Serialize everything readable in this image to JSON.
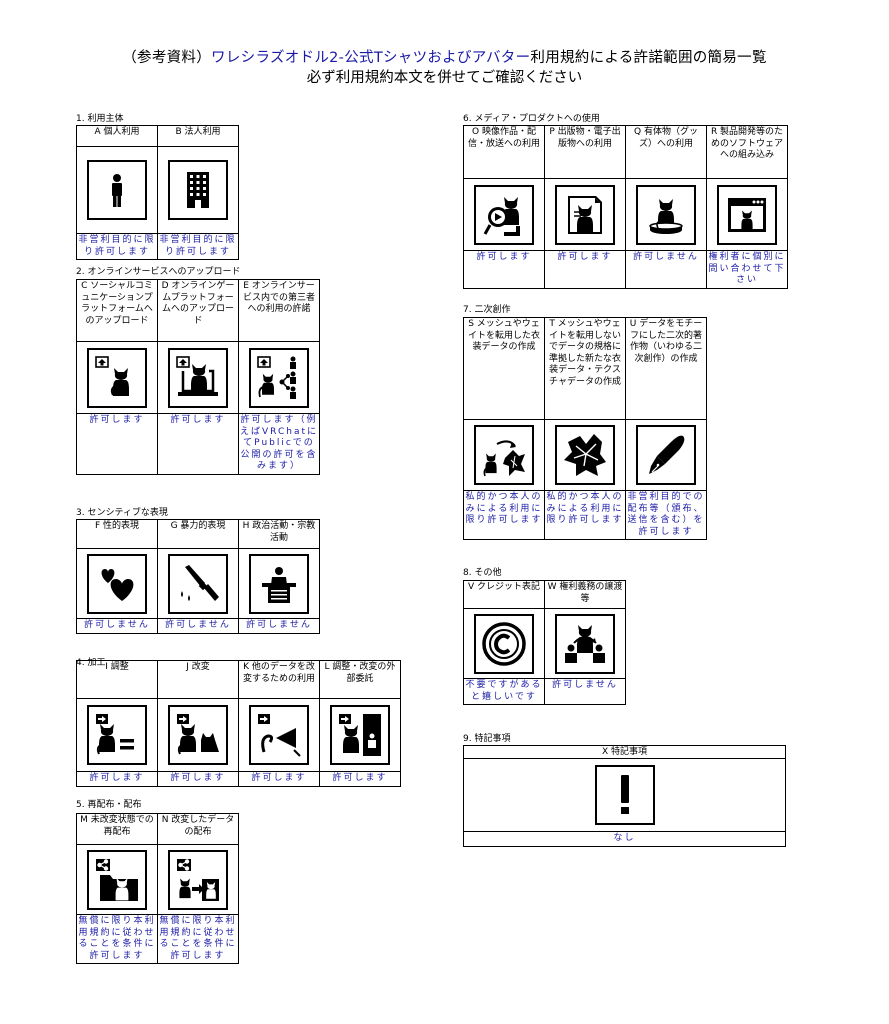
{
  "title": {
    "line1_prefix": "（参考資料）",
    "line1_blue": "ワレシラズオドル2-公式Tシャツおよびアバター",
    "line1_suffix": "利用規約による許諾範囲の簡易一覧",
    "line2": "必ず利用規約本文を併せてご確認ください"
  },
  "sections": [
    {
      "label": "1. 利用主体",
      "items": [
        {
          "header": "A 個人利用",
          "icon": "person-icon",
          "text": "非営利目的に限り許可します"
        },
        {
          "header": "B 法人利用",
          "icon": "building-icon",
          "text": "非営利目的に限り許可します"
        }
      ]
    },
    {
      "label": "2. オンラインサービスへのアップロード",
      "items": [
        {
          "header": "C ソーシャルコミュニケーションプラットフォームへのアップロード",
          "icon": "upload-social-icon",
          "text": "許可します"
        },
        {
          "header": "D オンラインゲームプラットフォームへのアップロード",
          "icon": "upload-game-icon",
          "text": "許可します"
        },
        {
          "header": "E オンラインサービス内での第三者への利用の許諾",
          "icon": "share-third-party-icon",
          "text": "許可します（例えばVRChatにてPublicでの公開の許可を含みます）"
        }
      ]
    },
    {
      "label": "3. センシティブな表現",
      "items": [
        {
          "header": "F 性的表現",
          "icon": "hearts-icon",
          "text": "許可しません"
        },
        {
          "header": "G 暴力的表現",
          "icon": "knife-icon",
          "text": "許可しません"
        },
        {
          "header": "H 政治活動・宗教活動",
          "icon": "podium-icon",
          "text": "許可しません"
        }
      ]
    },
    {
      "label": "4. 加工",
      "items": [
        {
          "header": "I 調整",
          "icon": "adjust-icon",
          "text": "許可します"
        },
        {
          "header": "J 改変",
          "icon": "modify-icon",
          "text": "許可します"
        },
        {
          "header": "K 他のデータを改変するための利用",
          "icon": "modify-other-data-icon",
          "text": "許可します"
        },
        {
          "header": "L 調整・改変の外部委託",
          "icon": "outsource-icon",
          "text": "許可します"
        }
      ]
    },
    {
      "label": "5. 再配布・配布",
      "items": [
        {
          "header": "M 未改変状態での再配布",
          "icon": "redistribute-icon",
          "text": "無償に限り本利用規約に従わせることを条件に許可します"
        },
        {
          "header": "N 改変したデータの配布",
          "icon": "distribute-modified-icon",
          "text": "無償に限り本利用規約に従わせることを条件に許可します"
        }
      ]
    },
    {
      "label": "6. メディア・プロダクトへの使用",
      "items": [
        {
          "header": "O 映像作品・配信・放送への利用",
          "icon": "video-icon",
          "text": "許可します"
        },
        {
          "header": "P 出版物・電子出版物への利用",
          "icon": "publication-icon",
          "text": "許可します"
        },
        {
          "header": "Q 有体物（グッズ）への利用",
          "icon": "goods-icon",
          "text": "許可しません"
        },
        {
          "header": "R 製品開発等のためのソフトウェアへの組み込み",
          "icon": "software-icon",
          "text": "権利者に個別に問い合わせて下さい"
        }
      ]
    },
    {
      "label": "7. 二次創作",
      "items": [
        {
          "header": "S メッシュやウェイトを転用した衣装データの作成",
          "icon": "mesh-reuse-icon",
          "text": "私的かつ本人のみによる利用に限り許可します"
        },
        {
          "header": "T メッシュやウェイトを転用しないでデータの規格に準拠した新たな衣装データ・テクスチャデータの作成",
          "icon": "new-costume-icon",
          "text": "私的かつ本人のみによる利用に限り許可します"
        },
        {
          "header": "U データをモチーフにした二次的著作物（いわゆる二次創作）の作成",
          "icon": "pen-icon",
          "text": "非営利目的での配布等（頒布、送信を含む）を許可します"
        }
      ]
    },
    {
      "label": "8. その他",
      "items": [
        {
          "header": "V クレジット表記",
          "icon": "copyright-icon",
          "text": "不要ですがあると嬉しいです"
        },
        {
          "header": "W 権利義務の譲渡等",
          "icon": "transfer-rights-icon",
          "text": "許可しません"
        }
      ]
    },
    {
      "label": "9. 特記事項",
      "items": [
        {
          "header": "X 特記事項",
          "icon": "exclamation-icon",
          "text": "なし"
        }
      ]
    }
  ]
}
